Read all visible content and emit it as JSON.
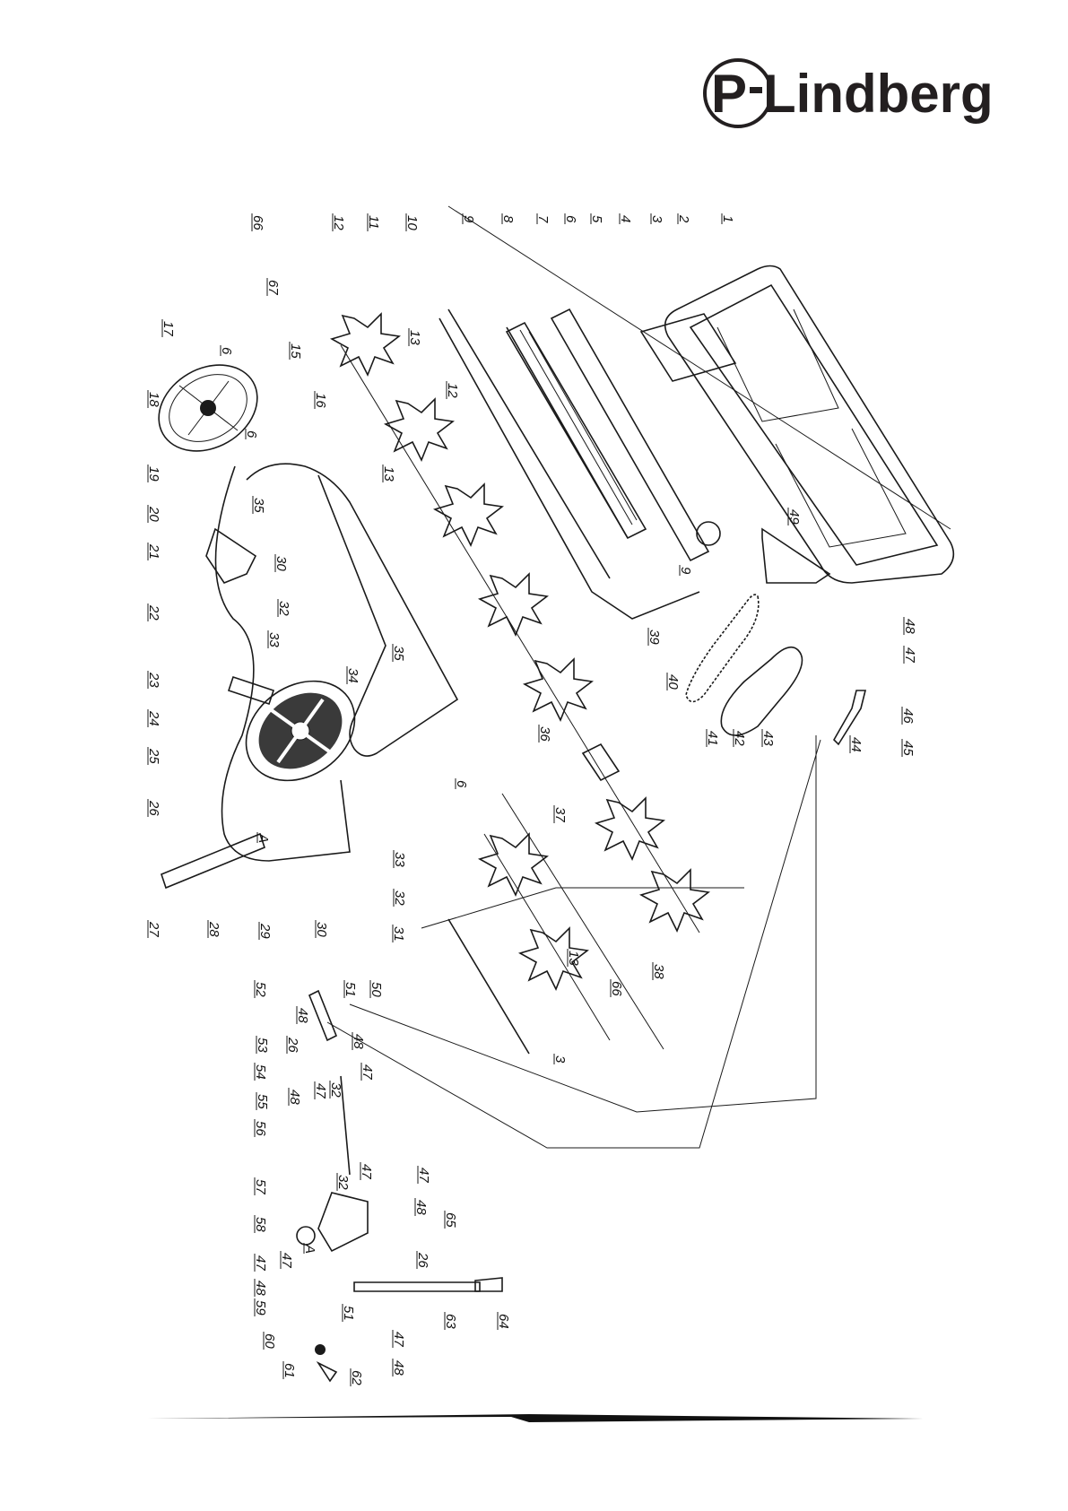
{
  "brand": {
    "prefix": "P",
    "name": "Lindberg"
  },
  "callouts": [
    {
      "label": "1"
    },
    {
      "label": "2"
    },
    {
      "label": "3"
    },
    {
      "label": "4"
    },
    {
      "label": "5"
    },
    {
      "label": "6"
    },
    {
      "label": "7"
    },
    {
      "label": "8"
    },
    {
      "label": "9"
    },
    {
      "label": "10"
    },
    {
      "label": "11"
    },
    {
      "label": "12"
    },
    {
      "label": "66"
    },
    {
      "label": "67"
    },
    {
      "label": "15"
    },
    {
      "label": "13"
    },
    {
      "label": "16"
    },
    {
      "label": "12"
    },
    {
      "label": "13"
    },
    {
      "label": "17"
    },
    {
      "label": "6"
    },
    {
      "label": "18"
    },
    {
      "label": "6"
    },
    {
      "label": "19"
    },
    {
      "label": "20"
    },
    {
      "label": "35"
    },
    {
      "label": "21"
    },
    {
      "label": "22"
    },
    {
      "label": "30"
    },
    {
      "label": "32"
    },
    {
      "label": "33"
    },
    {
      "label": "23"
    },
    {
      "label": "24"
    },
    {
      "label": "25"
    },
    {
      "label": "26"
    },
    {
      "label": "27"
    },
    {
      "label": "28"
    },
    {
      "label": "29"
    },
    {
      "label": "30"
    },
    {
      "label": "31"
    },
    {
      "label": "32"
    },
    {
      "label": "33"
    },
    {
      "label": "34"
    },
    {
      "label": "35"
    },
    {
      "label": "6"
    },
    {
      "label": "36"
    },
    {
      "label": "37"
    },
    {
      "label": "38"
    },
    {
      "label": "66"
    },
    {
      "label": "13"
    },
    {
      "label": "3"
    },
    {
      "label": "39"
    },
    {
      "label": "9"
    },
    {
      "label": "49"
    },
    {
      "label": "40"
    },
    {
      "label": "41"
    },
    {
      "label": "42"
    },
    {
      "label": "43"
    },
    {
      "label": "48"
    },
    {
      "label": "47"
    },
    {
      "label": "46"
    },
    {
      "label": "45"
    },
    {
      "label": "44"
    },
    {
      "label": "52"
    },
    {
      "label": "51"
    },
    {
      "label": "50"
    },
    {
      "label": "48"
    },
    {
      "label": "53"
    },
    {
      "label": "26"
    },
    {
      "label": "54"
    },
    {
      "label": "47"
    },
    {
      "label": "48"
    },
    {
      "label": "55"
    },
    {
      "label": "48"
    },
    {
      "label": "47"
    },
    {
      "label": "32"
    },
    {
      "label": "56"
    },
    {
      "label": "57"
    },
    {
      "label": "47"
    },
    {
      "label": "32"
    },
    {
      "label": "47"
    },
    {
      "label": "48"
    },
    {
      "label": "58"
    },
    {
      "label": "47"
    },
    {
      "label": "48"
    },
    {
      "label": "47"
    },
    {
      "label": "65"
    },
    {
      "label": "26"
    },
    {
      "label": "59"
    },
    {
      "label": "60"
    },
    {
      "label": "51"
    },
    {
      "label": "63"
    },
    {
      "label": "64"
    },
    {
      "label": "61"
    },
    {
      "label": "62"
    },
    {
      "label": "47"
    },
    {
      "label": "48"
    },
    {
      "label": "A"
    },
    {
      "label": "A"
    }
  ]
}
